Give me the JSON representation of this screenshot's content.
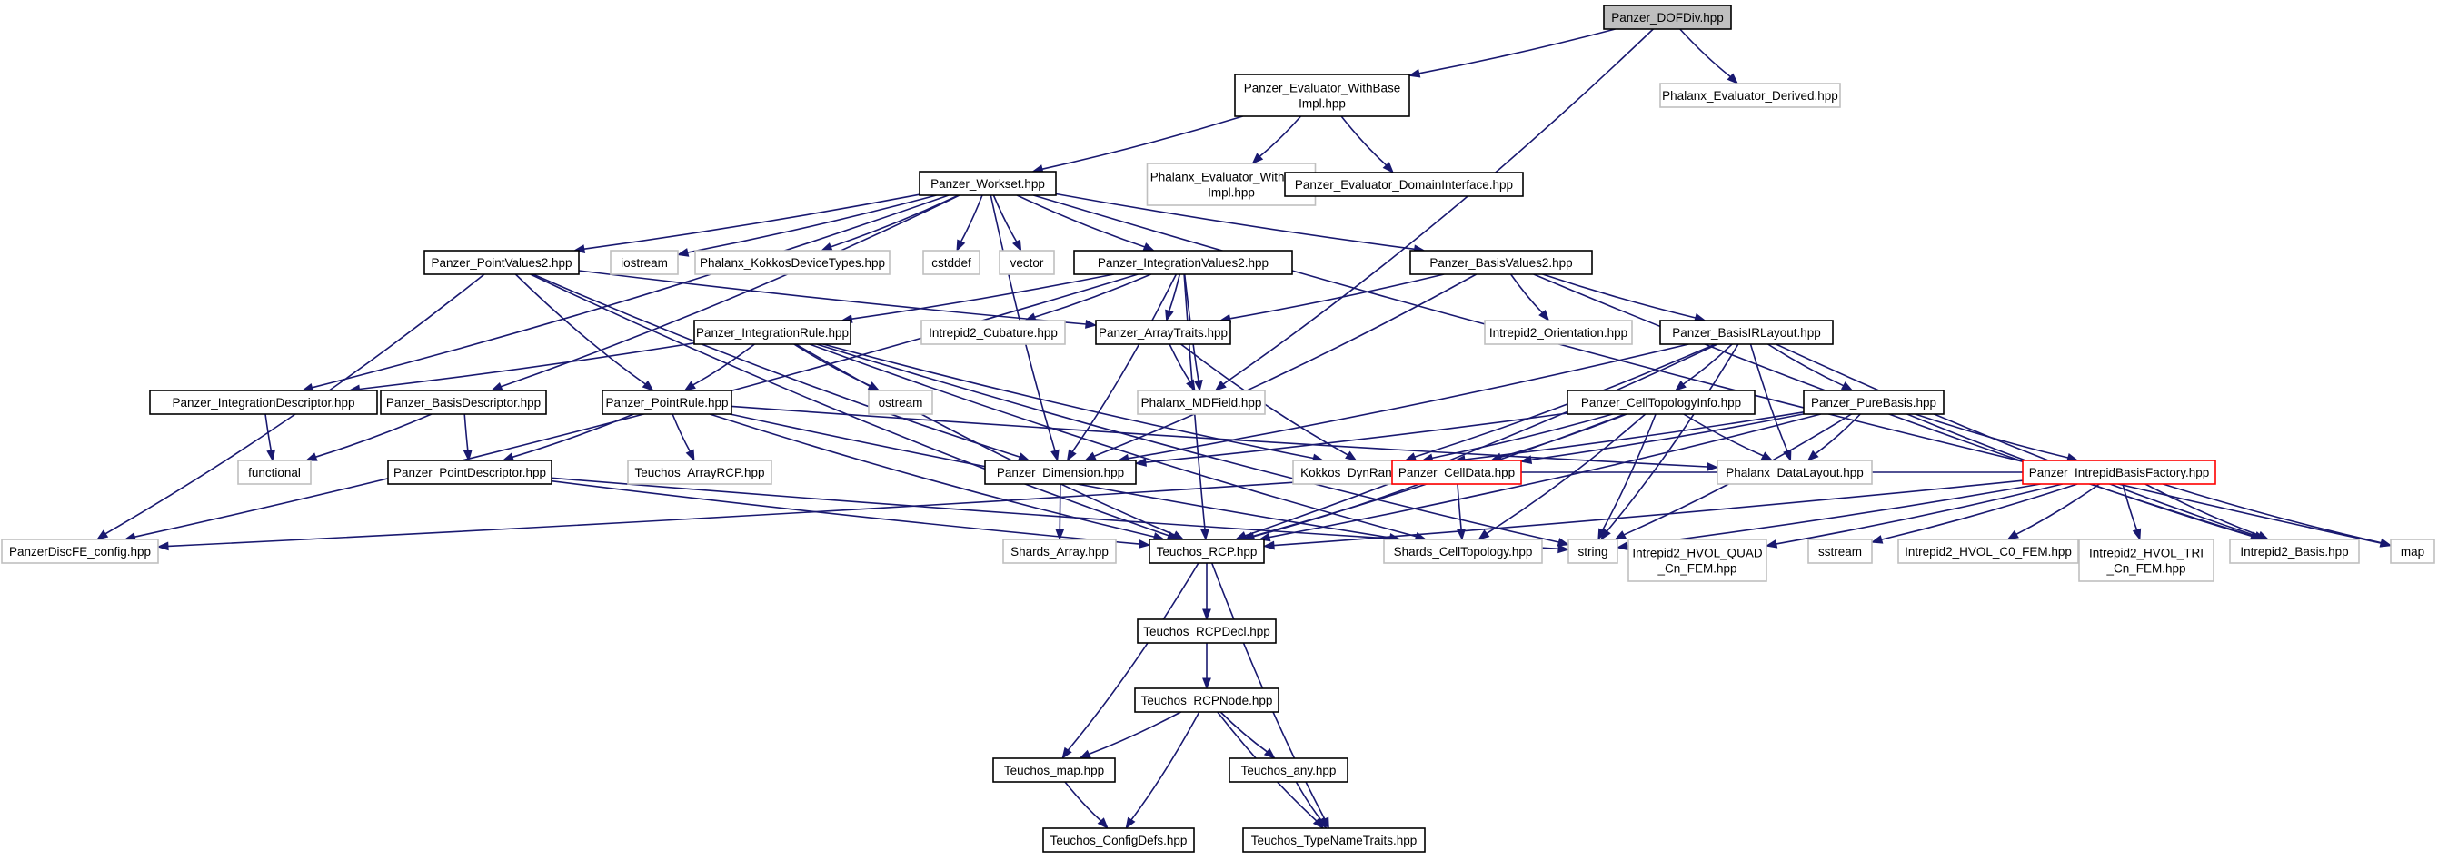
{
  "colors": {
    "edge": "#191970",
    "main_border": "#000000",
    "ext_border": "#bfbfbf",
    "trunc_border": "#ff0000",
    "root_fill": "#bfbfbf"
  },
  "nodes": [
    {
      "id": "root",
      "lines": [
        "Panzer_DOFDiv.hpp"
      ],
      "kind": "root"
    },
    {
      "id": "ewbi",
      "lines": [
        "Panzer_Evaluator_WithBase",
        "Impl.hpp"
      ],
      "kind": "main"
    },
    {
      "id": "ped",
      "lines": [
        "Phalanx_Evaluator_Derived.hpp"
      ],
      "kind": "ext"
    },
    {
      "id": "pewbi",
      "lines": [
        "Phalanx_Evaluator_WithBase",
        "Impl.hpp"
      ],
      "kind": "ext"
    },
    {
      "id": "pedi",
      "lines": [
        "Panzer_Evaluator_DomainInterface.hpp"
      ],
      "kind": "main"
    },
    {
      "id": "ws",
      "lines": [
        "Panzer_Workset.hpp"
      ],
      "kind": "main"
    },
    {
      "id": "pv2",
      "lines": [
        "Panzer_PointValues2.hpp"
      ],
      "kind": "main"
    },
    {
      "id": "iostream",
      "lines": [
        "iostream"
      ],
      "kind": "ext"
    },
    {
      "id": "pkdt",
      "lines": [
        "Phalanx_KokkosDeviceTypes.hpp"
      ],
      "kind": "ext"
    },
    {
      "id": "cstddef",
      "lines": [
        "cstddef"
      ],
      "kind": "ext"
    },
    {
      "id": "vector",
      "lines": [
        "vector"
      ],
      "kind": "ext"
    },
    {
      "id": "iv2",
      "lines": [
        "Panzer_IntegrationValues2.hpp"
      ],
      "kind": "main"
    },
    {
      "id": "bv2",
      "lines": [
        "Panzer_BasisValues2.hpp"
      ],
      "kind": "main"
    },
    {
      "id": "ir",
      "lines": [
        "Panzer_IntegrationRule.hpp"
      ],
      "kind": "main"
    },
    {
      "id": "icub",
      "lines": [
        "Intrepid2_Cubature.hpp"
      ],
      "kind": "ext"
    },
    {
      "id": "at",
      "lines": [
        "Panzer_ArrayTraits.hpp"
      ],
      "kind": "main"
    },
    {
      "id": "iori",
      "lines": [
        "Intrepid2_Orientation.hpp"
      ],
      "kind": "ext"
    },
    {
      "id": "birl",
      "lines": [
        "Panzer_BasisIRLayout.hpp"
      ],
      "kind": "main"
    },
    {
      "id": "idesc",
      "lines": [
        "Panzer_IntegrationDescriptor.hpp"
      ],
      "kind": "main"
    },
    {
      "id": "bdesc",
      "lines": [
        "Panzer_BasisDescriptor.hpp"
      ],
      "kind": "main"
    },
    {
      "id": "pr",
      "lines": [
        "Panzer_PointRule.hpp"
      ],
      "kind": "main"
    },
    {
      "id": "ostream",
      "lines": [
        "ostream"
      ],
      "kind": "ext"
    },
    {
      "id": "mdf",
      "lines": [
        "Phalanx_MDField.hpp"
      ],
      "kind": "ext"
    },
    {
      "id": "cti",
      "lines": [
        "Panzer_CellTopologyInfo.hpp"
      ],
      "kind": "main"
    },
    {
      "id": "pb",
      "lines": [
        "Panzer_PureBasis.hpp"
      ],
      "kind": "main"
    },
    {
      "id": "functional",
      "lines": [
        "functional"
      ],
      "kind": "ext"
    },
    {
      "id": "pdesc",
      "lines": [
        "Panzer_PointDescriptor.hpp"
      ],
      "kind": "main"
    },
    {
      "id": "tarcp",
      "lines": [
        "Teuchos_ArrayRCP.hpp"
      ],
      "kind": "ext"
    },
    {
      "id": "kdrv",
      "lines": [
        "Kokkos_DynRankView.hpp"
      ],
      "kind": "ext"
    },
    {
      "id": "dim",
      "lines": [
        "Panzer_Dimension.hpp"
      ],
      "kind": "main"
    },
    {
      "id": "cd",
      "lines": [
        "Panzer_CellData.hpp"
      ],
      "kind": "trunc"
    },
    {
      "id": "pdl",
      "lines": [
        "Phalanx_DataLayout.hpp"
      ],
      "kind": "ext"
    },
    {
      "id": "ibf",
      "lines": [
        "Panzer_IntrepidBasisFactory.hpp"
      ],
      "kind": "trunc"
    },
    {
      "id": "pdfc",
      "lines": [
        "PanzerDiscFE_config.hpp"
      ],
      "kind": "ext"
    },
    {
      "id": "sa",
      "lines": [
        "Shards_Array.hpp"
      ],
      "kind": "ext"
    },
    {
      "id": "rcp",
      "lines": [
        "Teuchos_RCP.hpp"
      ],
      "kind": "main"
    },
    {
      "id": "sct",
      "lines": [
        "Shards_CellTopology.hpp"
      ],
      "kind": "ext"
    },
    {
      "id": "string",
      "lines": [
        "string"
      ],
      "kind": "ext"
    },
    {
      "id": "hq",
      "lines": [
        "Intrepid2_HVOL_QUAD",
        "_Cn_FEM.hpp"
      ],
      "kind": "ext"
    },
    {
      "id": "sstream",
      "lines": [
        "sstream"
      ],
      "kind": "ext"
    },
    {
      "id": "hc0",
      "lines": [
        "Intrepid2_HVOL_C0_FEM.hpp"
      ],
      "kind": "ext"
    },
    {
      "id": "ht",
      "lines": [
        "Intrepid2_HVOL_TRI",
        "_Cn_FEM.hpp"
      ],
      "kind": "ext"
    },
    {
      "id": "ib",
      "lines": [
        "Intrepid2_Basis.hpp"
      ],
      "kind": "ext"
    },
    {
      "id": "map",
      "lines": [
        "map"
      ],
      "kind": "ext"
    },
    {
      "id": "rcpdecl",
      "lines": [
        "Teuchos_RCPDecl.hpp"
      ],
      "kind": "main"
    },
    {
      "id": "rcpnode",
      "lines": [
        "Teuchos_RCPNode.hpp"
      ],
      "kind": "main"
    },
    {
      "id": "tmap",
      "lines": [
        "Teuchos_map.hpp"
      ],
      "kind": "main"
    },
    {
      "id": "tany",
      "lines": [
        "Teuchos_any.hpp"
      ],
      "kind": "main"
    },
    {
      "id": "tcd",
      "lines": [
        "Teuchos_ConfigDefs.hpp"
      ],
      "kind": "main"
    },
    {
      "id": "ttnt",
      "lines": [
        "Teuchos_TypeNameTraits.hpp"
      ],
      "kind": "main"
    }
  ],
  "edges": [
    [
      "root",
      "ewbi"
    ],
    [
      "root",
      "ped"
    ],
    [
      "root",
      "mdf"
    ],
    [
      "ewbi",
      "ws"
    ],
    [
      "ewbi",
      "pewbi"
    ],
    [
      "ewbi",
      "pedi"
    ],
    [
      "ws",
      "pv2"
    ],
    [
      "ws",
      "iostream"
    ],
    [
      "ws",
      "pkdt"
    ],
    [
      "ws",
      "cstddef"
    ],
    [
      "ws",
      "vector"
    ],
    [
      "ws",
      "iv2"
    ],
    [
      "ws",
      "bv2"
    ],
    [
      "ws",
      "idesc"
    ],
    [
      "ws",
      "bdesc"
    ],
    [
      "ws",
      "dim"
    ],
    [
      "ws",
      "map"
    ],
    [
      "pv2",
      "pr"
    ],
    [
      "pv2",
      "at"
    ],
    [
      "pv2",
      "dim"
    ],
    [
      "pv2",
      "pdfc"
    ],
    [
      "pv2",
      "rcp"
    ],
    [
      "iv2",
      "ir"
    ],
    [
      "iv2",
      "icub"
    ],
    [
      "iv2",
      "at"
    ],
    [
      "iv2",
      "mdf"
    ],
    [
      "iv2",
      "dim"
    ],
    [
      "iv2",
      "rcp"
    ],
    [
      "iv2",
      "pdfc"
    ],
    [
      "bv2",
      "at"
    ],
    [
      "bv2",
      "iori"
    ],
    [
      "bv2",
      "birl"
    ],
    [
      "bv2",
      "dim"
    ],
    [
      "bv2",
      "ib"
    ],
    [
      "ir",
      "idesc"
    ],
    [
      "ir",
      "pr"
    ],
    [
      "ir",
      "ostream"
    ],
    [
      "ir",
      "kdrv"
    ],
    [
      "ir",
      "rcp"
    ],
    [
      "ir",
      "string"
    ],
    [
      "ir",
      "sct"
    ],
    [
      "at",
      "mdf"
    ],
    [
      "at",
      "kdrv"
    ],
    [
      "birl",
      "cti"
    ],
    [
      "birl",
      "pb"
    ],
    [
      "birl",
      "pdl"
    ],
    [
      "birl",
      "dim"
    ],
    [
      "birl",
      "kdrv"
    ],
    [
      "birl",
      "rcp"
    ],
    [
      "birl",
      "string"
    ],
    [
      "birl",
      "ib"
    ],
    [
      "idesc",
      "functional"
    ],
    [
      "bdesc",
      "functional"
    ],
    [
      "bdesc",
      "pdesc"
    ],
    [
      "pr",
      "pdesc"
    ],
    [
      "pr",
      "tarcp"
    ],
    [
      "pr",
      "pdl"
    ],
    [
      "pr",
      "rcp"
    ],
    [
      "pr",
      "sct"
    ],
    [
      "cti",
      "cd"
    ],
    [
      "cti",
      "pdl"
    ],
    [
      "cti",
      "kdrv"
    ],
    [
      "cti",
      "dim"
    ],
    [
      "cti",
      "rcp"
    ],
    [
      "cti",
      "string"
    ],
    [
      "cti",
      "sct"
    ],
    [
      "pb",
      "cd"
    ],
    [
      "pb",
      "ibf"
    ],
    [
      "pb",
      "pdl"
    ],
    [
      "pb",
      "kdrv"
    ],
    [
      "pb",
      "rcp"
    ],
    [
      "pb",
      "string"
    ],
    [
      "pb",
      "ib"
    ],
    [
      "pdesc",
      "string"
    ],
    [
      "pdesc",
      "rcp"
    ],
    [
      "dim",
      "sa"
    ],
    [
      "cd",
      "rcp"
    ],
    [
      "cd",
      "sct"
    ],
    [
      "cd",
      "pdfc"
    ],
    [
      "ibf",
      "hq"
    ],
    [
      "ibf",
      "sstream"
    ],
    [
      "ibf",
      "hc0"
    ],
    [
      "ibf",
      "ht"
    ],
    [
      "ibf",
      "ib"
    ],
    [
      "ibf",
      "map"
    ],
    [
      "ibf",
      "string"
    ],
    [
      "ibf",
      "rcp"
    ],
    [
      "ibf",
      "kdrv"
    ],
    [
      "rcp",
      "rcpdecl"
    ],
    [
      "rcp",
      "tmap"
    ],
    [
      "rcp",
      "ttnt"
    ],
    [
      "rcpdecl",
      "rcpnode"
    ],
    [
      "rcpnode",
      "tmap"
    ],
    [
      "rcpnode",
      "tany"
    ],
    [
      "rcpnode",
      "tcd"
    ],
    [
      "rcpnode",
      "ttnt"
    ],
    [
      "tmap",
      "tcd"
    ],
    [
      "tany",
      "ttnt"
    ]
  ]
}
